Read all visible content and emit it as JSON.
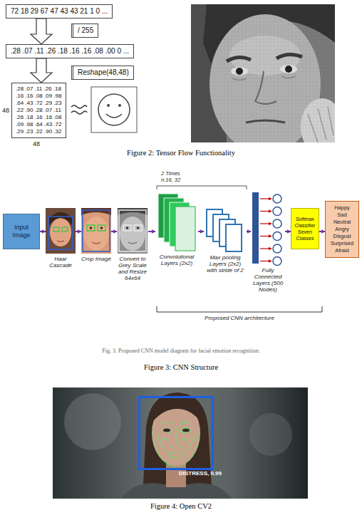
{
  "diagram": {
    "nodes": [
      {
        "text": [
          "72 18 29 67 47 43 43 21 1 0 ..."
        ]
      },
      {
        "text": [
          "/ 255"
        ]
      },
      {
        "text": [
          ".28 .07 .11 .26 .18 .16 .16 .08 .00 0 ..."
        ]
      },
      {
        "text": [
          "Reshape(48,48)"
        ]
      },
      {
        "text": [
          ".28 .07 .11 .26 .18",
          ".16 .16 .08 .09 .98",
          ".64 .43 .72 .29 .23",
          ".22 .90 .28 .07 .11",
          ".26 .18 .16 .16 .08",
          ".09 .98 .64 .43 .72",
          ".29 .23 .22 .90 .32"
        ]
      },
      {
        "text": [
          "Input Image"
        ]
      },
      {
        "text": [
          "Haar Cascade"
        ]
      },
      {
        "text": [
          "Crop Image"
        ]
      },
      {
        "text": [
          "Convert to Grey Scale and Resize 64x64"
        ]
      },
      {
        "text": [
          "Convolutional Layers (2x2)"
        ]
      },
      {
        "text": [
          "Max pooling Layers (2x2) with stride of 2"
        ]
      },
      {
        "text": [
          "Fully Connected Layers (500 Nodes)"
        ]
      },
      {
        "text": [
          "Softmax Classifier Seven Classes"
        ]
      },
      {
        "text": [
          "Happy Sad Neutral Angry Disgust Surprised Afraid"
        ]
      },
      {
        "text": [
          "DISTRESS, 0.99"
        ]
      }
    ],
    "edges": [
      {
        "from": 0,
        "to": 2,
        "arrow": "to"
      },
      {
        "from": 2,
        "to": 4,
        "arrow": "to"
      },
      {
        "from": 5,
        "to": 6,
        "arrow": "to"
      },
      {
        "from": 6,
        "to": 7,
        "arrow": "to"
      },
      {
        "from": 7,
        "to": 8,
        "arrow": "to"
      },
      {
        "from": 8,
        "to": 9,
        "arrow": "to"
      },
      {
        "from": 9,
        "to": 10,
        "arrow": "to"
      },
      {
        "from": 10,
        "to": 11,
        "arrow": "to"
      },
      {
        "from": 11,
        "to": 12,
        "arrow": "to"
      },
      {
        "from": 12,
        "to": 13,
        "arrow": "to"
      }
    ],
    "labels": [
      "48",
      "48",
      "Figure 2: Tensor Flow Functionality",
      "2 Times n:16, 32",
      "Proposed CNN architecture",
      "Fig. 3. Proposed CNN model diagram for facial emotion recognition.",
      "Figure 3: CNN Structure",
      "Figure 4: Open CV2"
    ]
  }
}
